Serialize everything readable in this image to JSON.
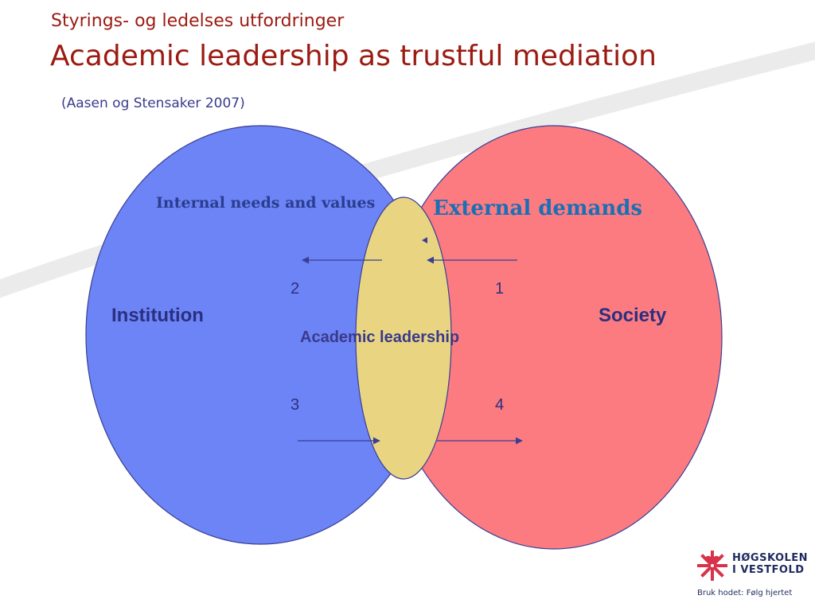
{
  "slide": {
    "kicker": "Styrings- og ledelses utfordringer",
    "title": "Academic leadership as trustful mediation",
    "citation": "(Aasen og Stensaker 2007)"
  },
  "diagram": {
    "left_circle": {
      "label": "Institution",
      "sublabel": "Internal needs and values",
      "color": "#6c84f5"
    },
    "right_circle": {
      "label": "Society",
      "sublabel": "External demands",
      "color": "#fb7b80"
    },
    "center_ellipse": {
      "label": "Academic leadership",
      "color": "#e9d581"
    },
    "arrow_labels": [
      "1",
      "2",
      "3",
      "4"
    ],
    "arrow_color": "#3a3f96"
  },
  "logo": {
    "name_line1": "HØGSKOLEN",
    "name_line2": "I VESTFOLD",
    "slogan": "Bruk hodet: Følg hjertet",
    "color": "#d8334a"
  }
}
